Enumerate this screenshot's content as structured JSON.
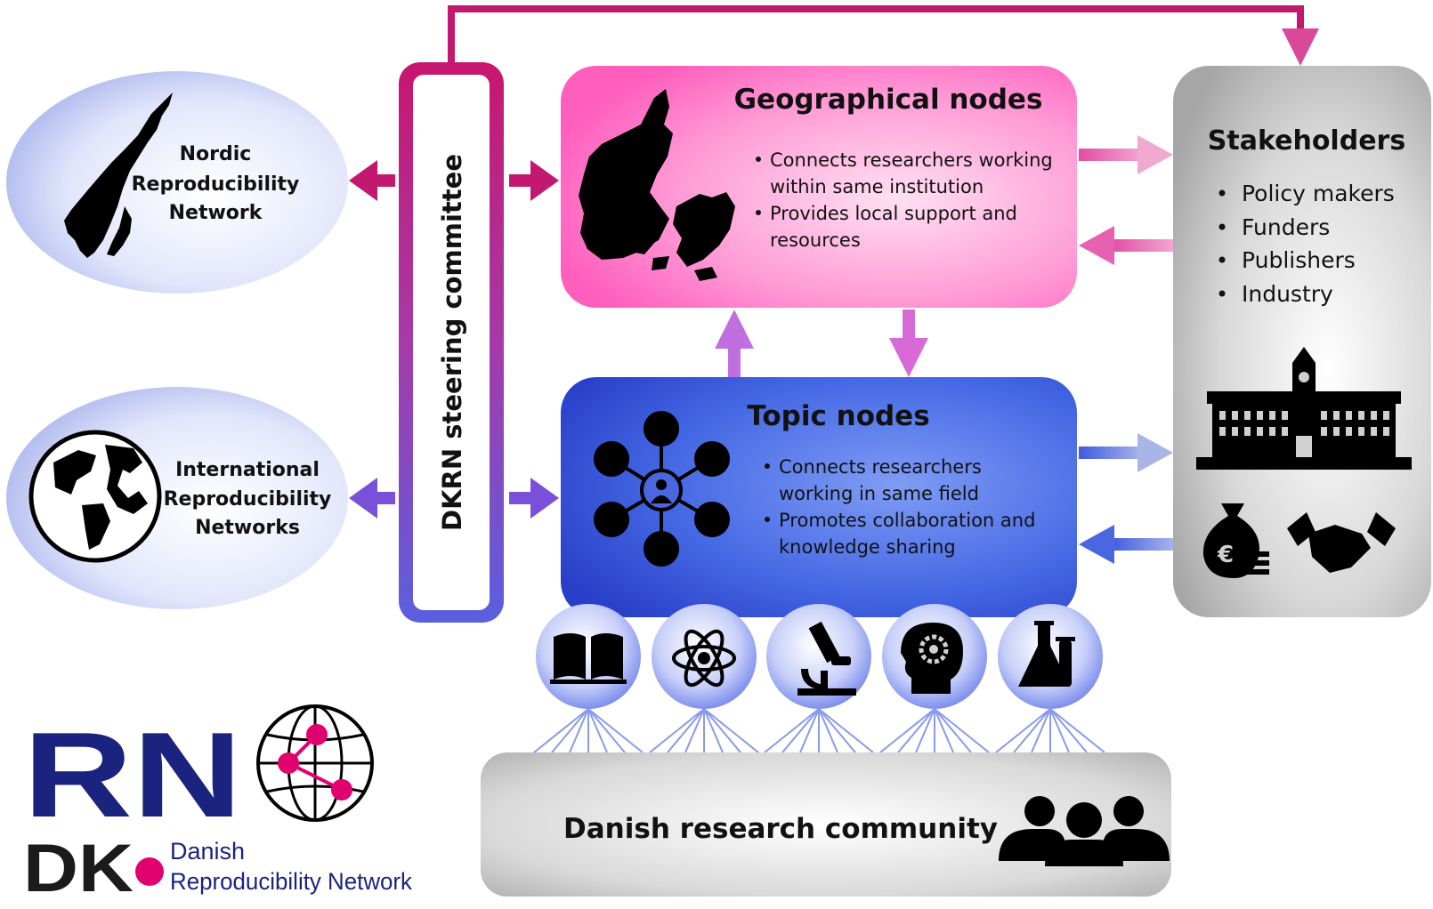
{
  "nordic": {
    "line1": "Nordic",
    "line2": "Reproducibility",
    "line3": "Network"
  },
  "international": {
    "line1": "International",
    "line2": "Reproducibility",
    "line3": "Networks"
  },
  "steering": {
    "label": "DKRN steering committee"
  },
  "geo": {
    "title": "Geographical nodes",
    "b1a": "Connects researchers working",
    "b1b": "within same institution",
    "b2a": "Provides local support and",
    "b2b": "resources"
  },
  "topic": {
    "title": "Topic nodes",
    "b1a": "Connects researchers",
    "b1b": "working in same field",
    "b2a": "Promotes collaboration and",
    "b2b": "knowledge sharing"
  },
  "stakeholders": {
    "title": "Stakeholders",
    "items": [
      "Policy makers",
      "Funders",
      "Publishers",
      "Industry"
    ]
  },
  "community": {
    "label": "Danish research community"
  },
  "logo": {
    "letters_rn": "RN",
    "letters_dk": "DK",
    "line1": "Danish",
    "line2": "Reproducibility Network",
    "brand_color": "#1a237e",
    "accent_color": "#e0006e"
  },
  "topic_icons": [
    "book-icon",
    "atom-icon",
    "microscope-icon",
    "head-gear-icon",
    "flask-icon"
  ],
  "colors": {
    "magenta": "#c2186f",
    "pink": "#ff66c4",
    "blue": "#3f5bdf",
    "purple": "#7a50d8",
    "gray": "#a8a8a8"
  }
}
